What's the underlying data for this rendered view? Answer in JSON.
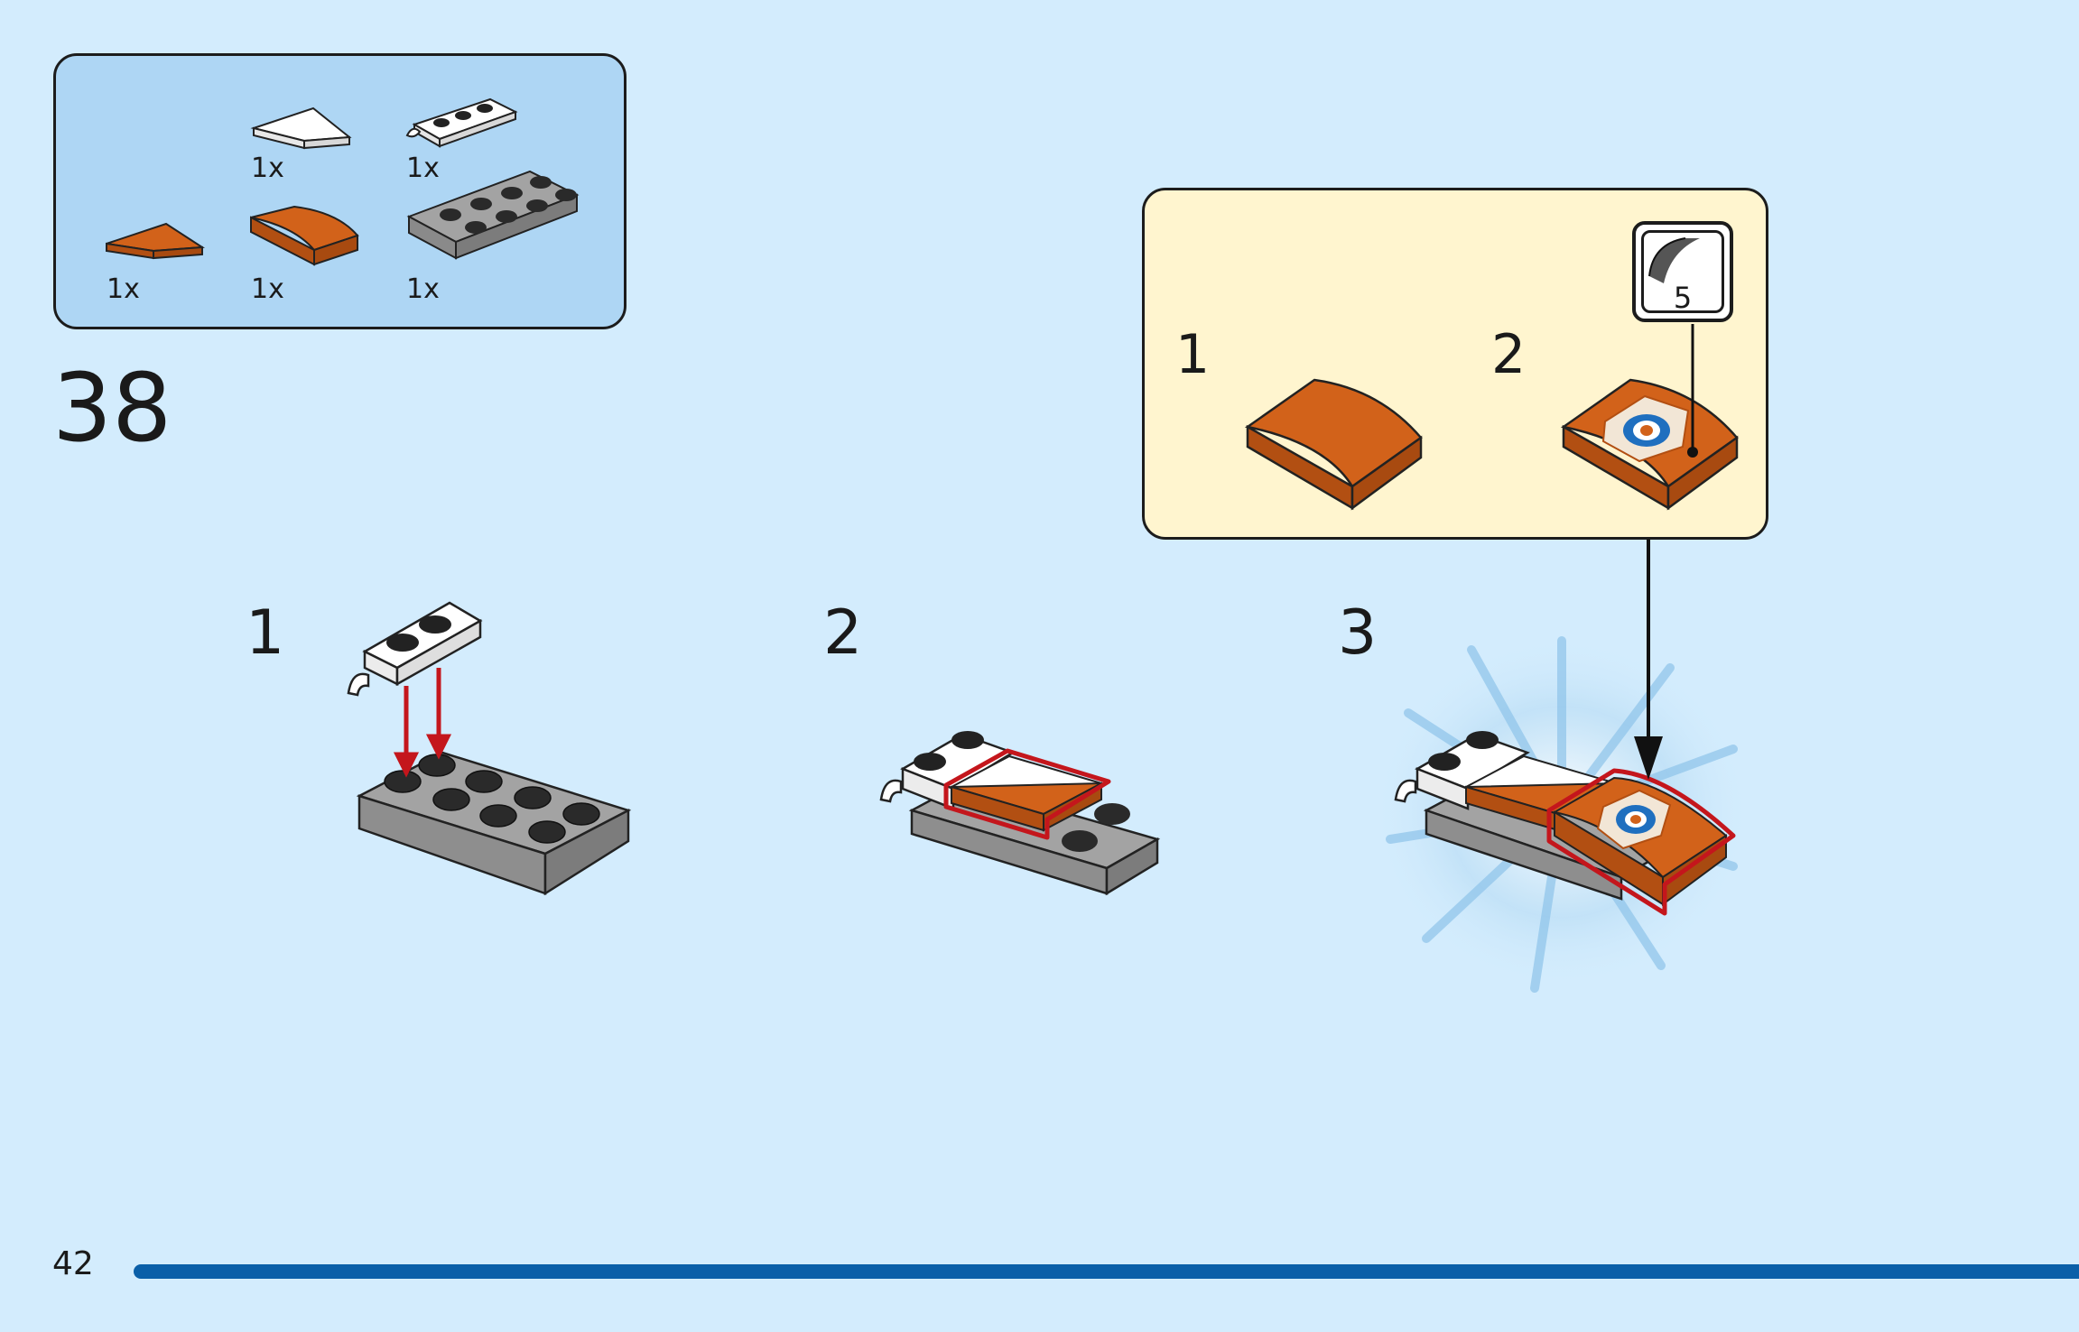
{
  "page": {
    "number": "42",
    "background": "#d3ecfd",
    "accent": "#0a5fa8"
  },
  "parts_list": {
    "items": [
      {
        "icon": "white-wedge-plate-icon",
        "qty": "1x"
      },
      {
        "icon": "white-clip-plate-icon",
        "qty": "1x"
      },
      {
        "icon": "orange-wedge-plate-icon",
        "qty": "1x"
      },
      {
        "icon": "orange-curved-slope-icon",
        "qty": "1x"
      },
      {
        "icon": "gray-plate-2x4-icon",
        "qty": "1x"
      }
    ]
  },
  "step": {
    "number": "38"
  },
  "substeps": [
    {
      "number": "1"
    },
    {
      "number": "2"
    },
    {
      "number": "3"
    }
  ],
  "callout": {
    "steps": [
      {
        "number": "1"
      },
      {
        "number": "2"
      }
    ],
    "sticker_number": "5"
  },
  "colors": {
    "orange": "#d2621a",
    "gray": "#9a9a9a",
    "highlight": "#c4161c",
    "callout_bg": "#fff5cf",
    "parts_bg": "#aed6f4"
  }
}
